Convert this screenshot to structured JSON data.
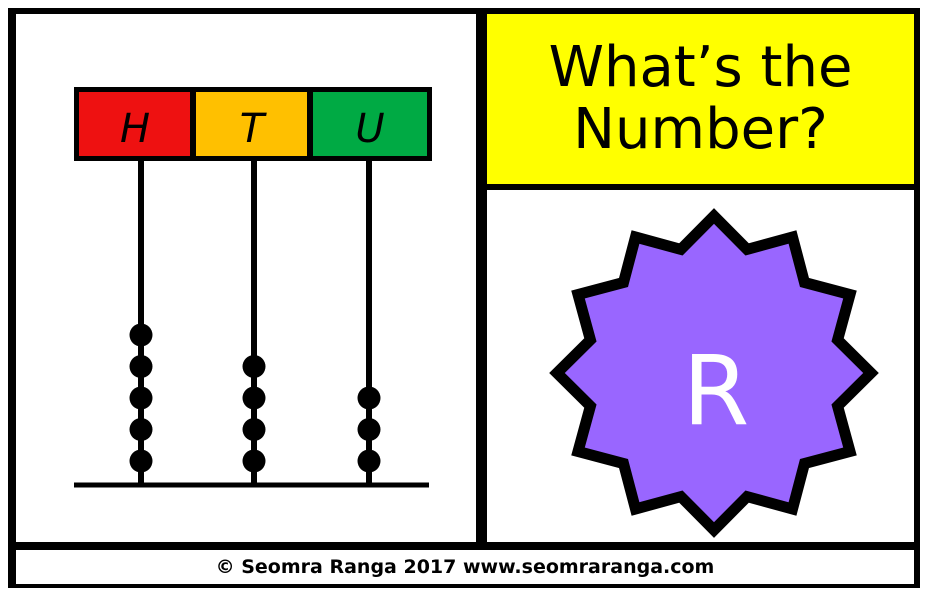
{
  "title": {
    "line1": "What’s the",
    "line2": "Number?"
  },
  "abacus": {
    "columns": [
      {
        "label": "H",
        "color": "#ee1111",
        "beads": 5
      },
      {
        "label": "T",
        "color": "#ffc000",
        "beads": 4
      },
      {
        "label": "U",
        "color": "#00aa44",
        "beads": 3
      }
    ]
  },
  "badge": {
    "letter": "R",
    "color": "#9966ff"
  },
  "footer": {
    "text": "© Seomra Ranga 2017 www.seomraranga.com"
  }
}
